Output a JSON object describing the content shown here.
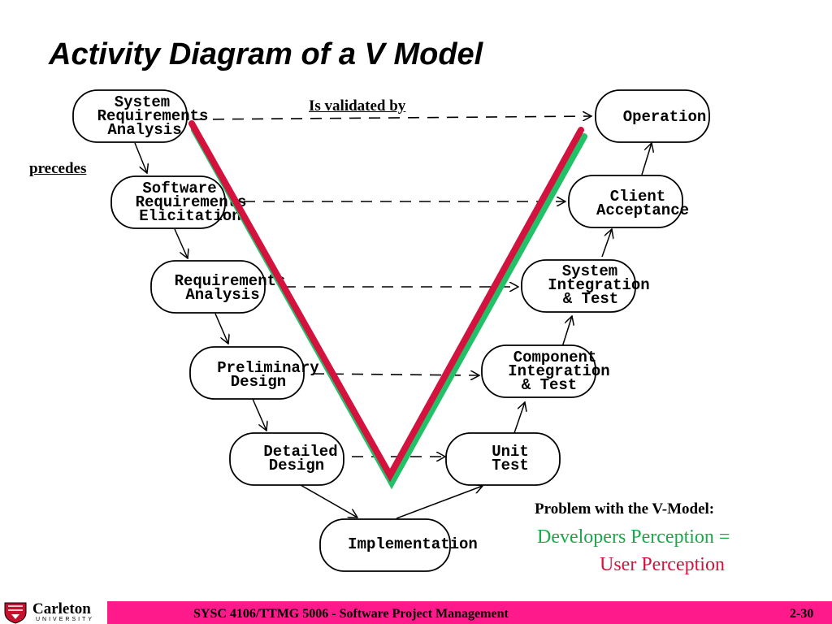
{
  "slide": {
    "title": "Activity Diagram of a V Model",
    "relations": {
      "validated": "Is validated by",
      "precedes": "precedes"
    },
    "problem": {
      "heading": "Problem with the V-Model:",
      "developers": "Developers Perception =",
      "user": "User Perception",
      "developers_color": "#1aa84a",
      "user_color": "#d3123e"
    }
  },
  "nodes": {
    "sys_req": [
      "System",
      "Requirements",
      "Analysis"
    ],
    "sw_req": [
      "Software",
      "Requirements",
      "Elicitation"
    ],
    "req_an": [
      "Requirements",
      "Analysis"
    ],
    "prelim": [
      "Preliminary",
      "Design"
    ],
    "detailed": [
      "Detailed",
      "Design"
    ],
    "impl": [
      "Implementation"
    ],
    "unit": [
      "Unit",
      "Test"
    ],
    "comp": [
      "Component",
      "Integration",
      "& Test"
    ],
    "sysint": [
      "System",
      "Integration",
      "& Test"
    ],
    "client": [
      "Client",
      "Acceptance"
    ],
    "oper": [
      "Operation"
    ]
  },
  "footer": {
    "course": "SYSC 4106/TTMG 5006 - Software Project Management",
    "page": "2-30",
    "logo_name": "Carleton",
    "logo_sub": "UNIVERSITY",
    "bar_color": "#ff1a8c"
  }
}
